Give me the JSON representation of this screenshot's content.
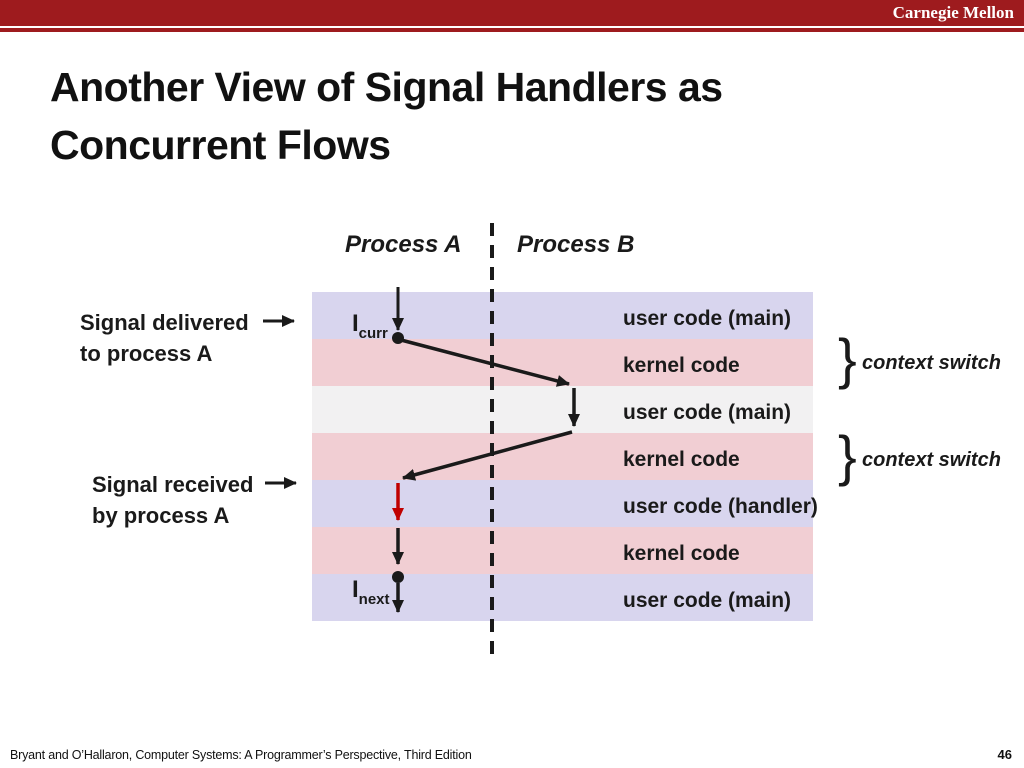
{
  "header": {
    "brand": "Carnegie Mellon",
    "bar_color": "#9E1B1E"
  },
  "title": {
    "line1": "Another View of Signal Handlers as",
    "line2": "Concurrent Flows"
  },
  "diagram": {
    "process_a": {
      "label": "Process A",
      "color": "#7C72DF"
    },
    "process_b": {
      "label": "Process B",
      "color": "#3F3F3F"
    },
    "left_annotations": [
      {
        "line1": "Signal delivered",
        "line2": "to process A"
      },
      {
        "line1": "Signal received",
        "line2": "by process A"
      }
    ],
    "bands": [
      {
        "label": "user code (main)",
        "color": "#D8D5EE"
      },
      {
        "label": "kernel code",
        "color": "#F1CED3"
      },
      {
        "label": "user code (main)",
        "color": "#F2F1F2"
      },
      {
        "label": "kernel code",
        "color": "#F1CED3"
      },
      {
        "label": "user code (handler)",
        "color": "#D8D5EE"
      },
      {
        "label": "kernel code",
        "color": "#F1CED3"
      },
      {
        "label": "user code (main)",
        "color": "#D8D5EE"
      }
    ],
    "icurr": {
      "base": "I",
      "sub": "curr"
    },
    "inext": {
      "base": "I",
      "sub": "next"
    },
    "context_switches": [
      {
        "brace": "}",
        "label": "context switch"
      },
      {
        "brace": "}",
        "label": "context switch"
      }
    ],
    "flow_color": "#1A1A1A",
    "handler_arrow_color": "#C00000"
  },
  "footer": {
    "citation": "Bryant and O’Hallaron, Computer Systems: A Programmer’s Perspective, Third Edition",
    "page": "46"
  }
}
